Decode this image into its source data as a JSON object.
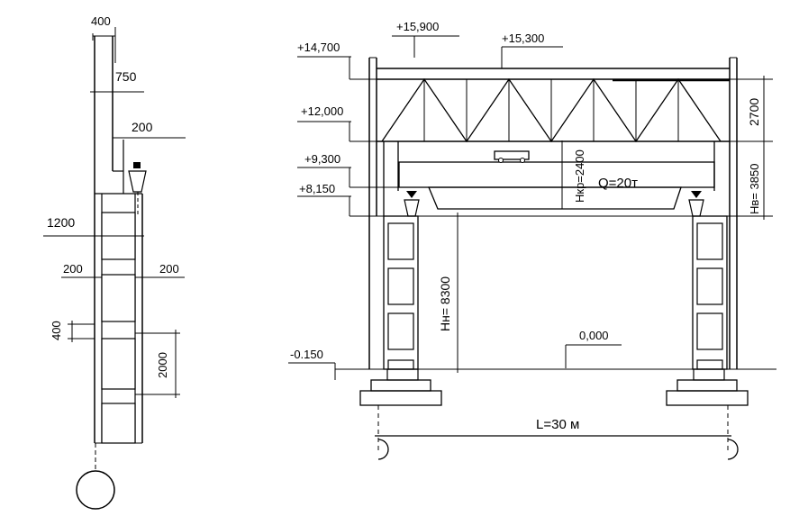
{
  "column_diagram": {
    "dims": {
      "top_width": "400",
      "offset_750": "750",
      "offset_200_top": "200",
      "section_width": "1200",
      "wall_left": "200",
      "wall_right": "200",
      "strut_height": "400",
      "opening_height": "2000"
    }
  },
  "frame_diagram": {
    "levels": {
      "ridge": "+15,900",
      "truss_top": "+15,300",
      "top_chord": "+14,700",
      "bottom_chord": "+12,000",
      "crane_top": "+9,300",
      "rail": "+8,150",
      "floor": "0,000",
      "foundation": "-0.150"
    },
    "labels": {
      "truss_height": "2700",
      "upper_column": "Hв= 3850",
      "crane_height": "Hкр=2400",
      "capacity": "Q=20т",
      "lower_column": "Hн=  8300",
      "span": "L=30 м"
    }
  },
  "colors": {
    "line": "#000000",
    "background": "#ffffff"
  }
}
